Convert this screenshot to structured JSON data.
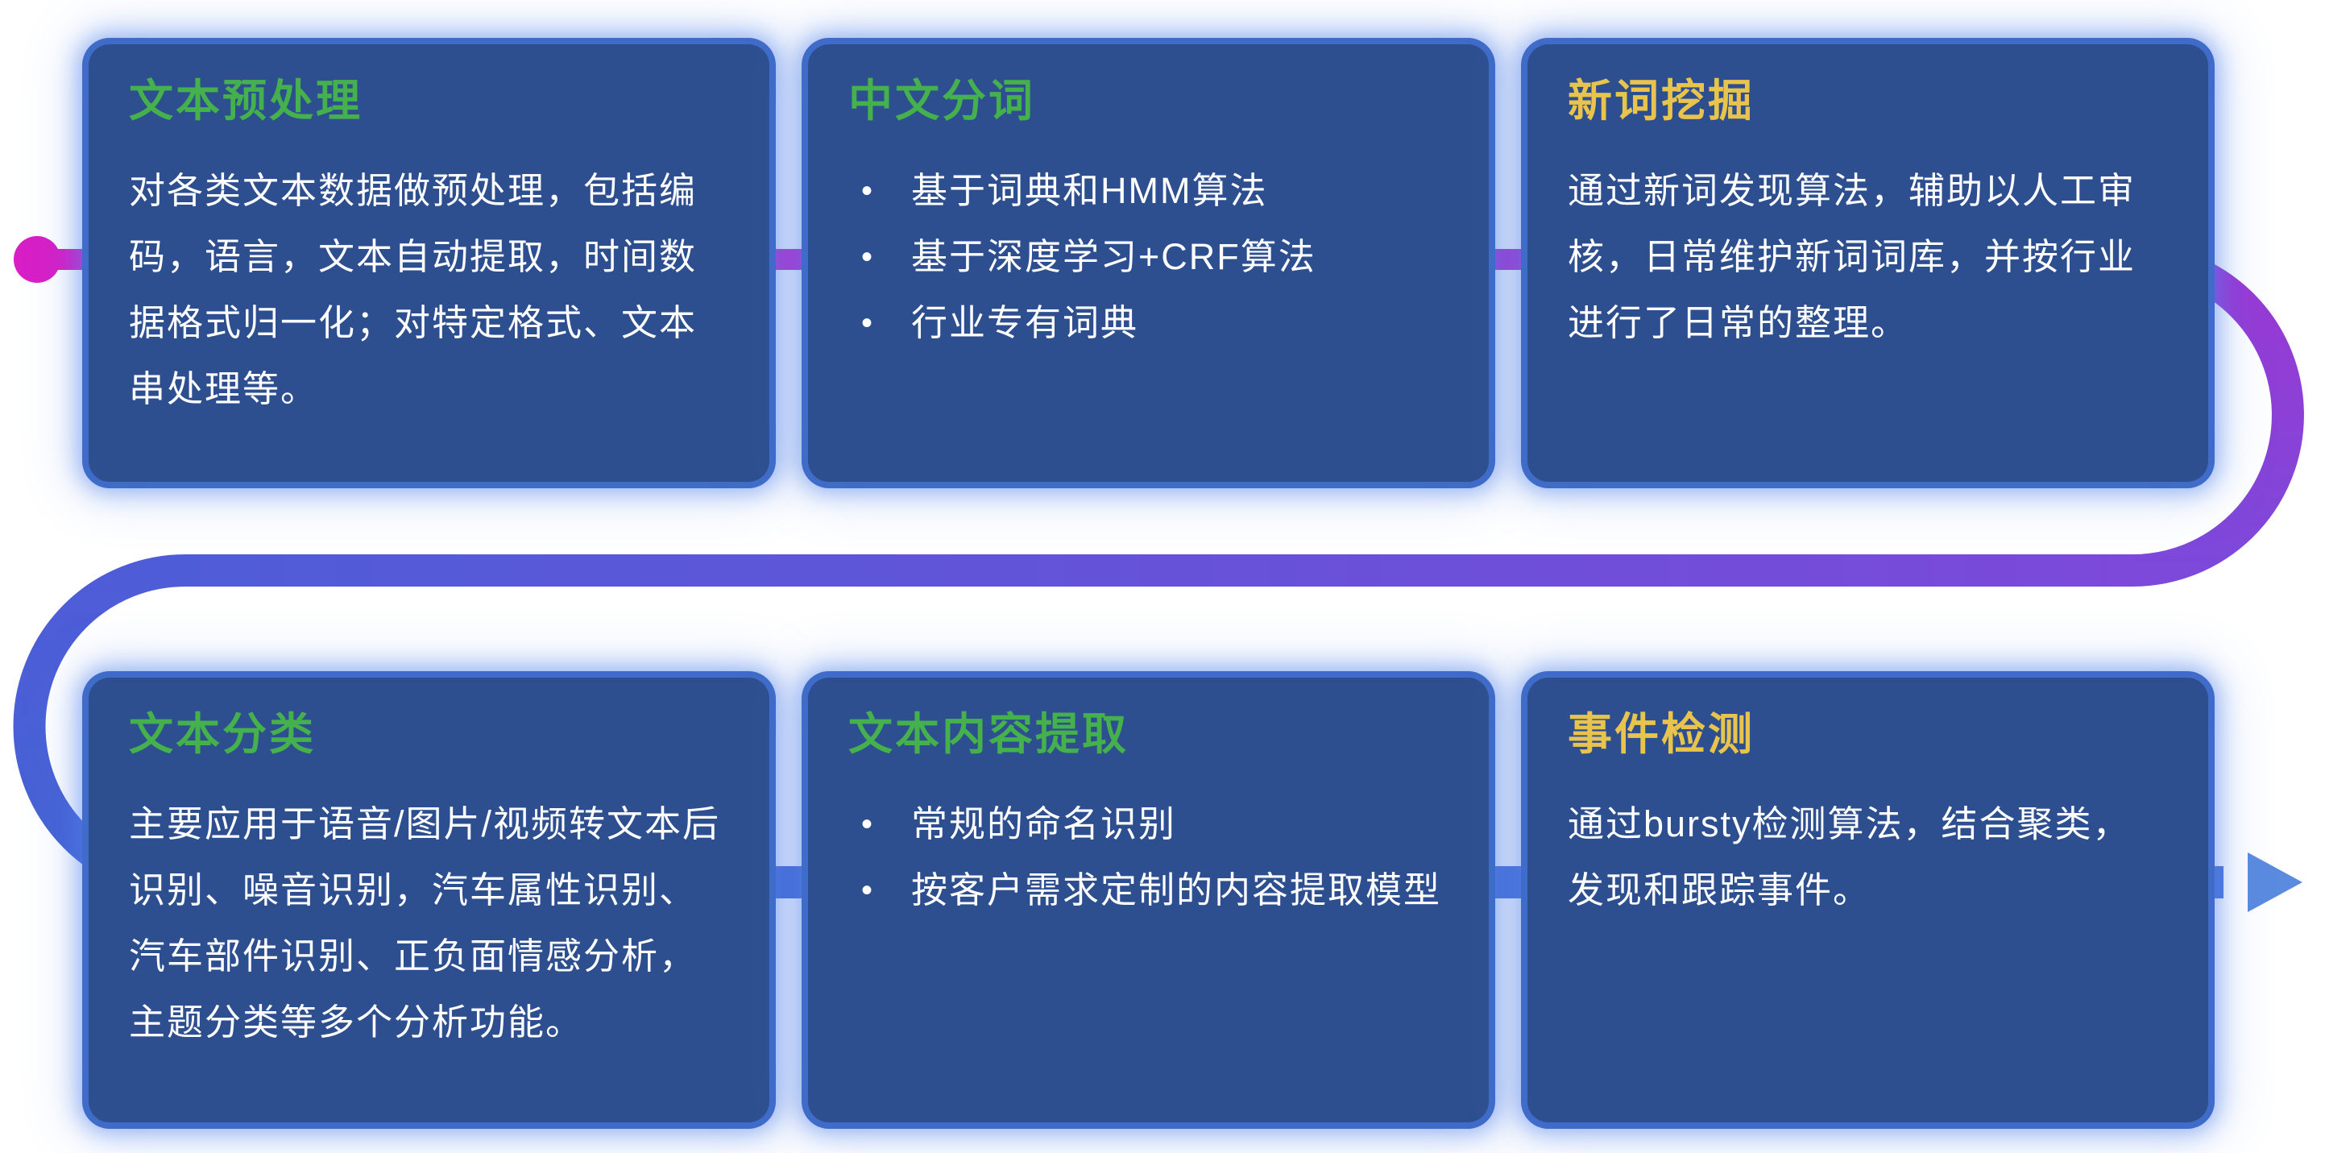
{
  "colors": {
    "page_bg": "#ffffff",
    "card_bg": "#2e4f8f",
    "card_glow": "#3f6cc8",
    "body_text": "#ffffff",
    "title_green": "#45b14d",
    "title_yellow": "#e9c44d"
  },
  "flow": {
    "colors": {
      "start": "#d81ec6",
      "purple": "#9b38d3",
      "violet": "#7c49da",
      "blue": "#4f5cd8",
      "deep_blue": "#4464d3",
      "end": "#4a74d6",
      "arrow": "#5b8bdf"
    }
  },
  "cards": [
    {
      "title": "文本预处理",
      "title_color": "green",
      "body": "对各类文本数据做预处理，包括编码，语言，文本自动提取，时间数据格式归一化；对特定格式、文本串处理等。"
    },
    {
      "title": "中文分词",
      "title_color": "green",
      "bullets": [
        "基于词典和HMM算法",
        "基于深度学习+CRF算法",
        "行业专有词典"
      ]
    },
    {
      "title": "新词挖掘",
      "title_color": "yellow",
      "body": "通过新词发现算法，辅助以人工审核，日常维护新词词库，并按行业进行了日常的整理。"
    },
    {
      "title": "文本分类",
      "title_color": "green",
      "body": "主要应用于语音/图片/视频转文本后识别、噪音识别，汽车属性识别、汽车部件识别、正负面情感分析，主题分类等多个分析功能。"
    },
    {
      "title": "文本内容提取",
      "title_color": "green",
      "bullets": [
        "常规的命名识别",
        "按客户需求定制的内容提取模型"
      ]
    },
    {
      "title": "事件检测",
      "title_color": "yellow",
      "body": "通过bursty检测算法，结合聚类，发现和跟踪事件。"
    }
  ]
}
